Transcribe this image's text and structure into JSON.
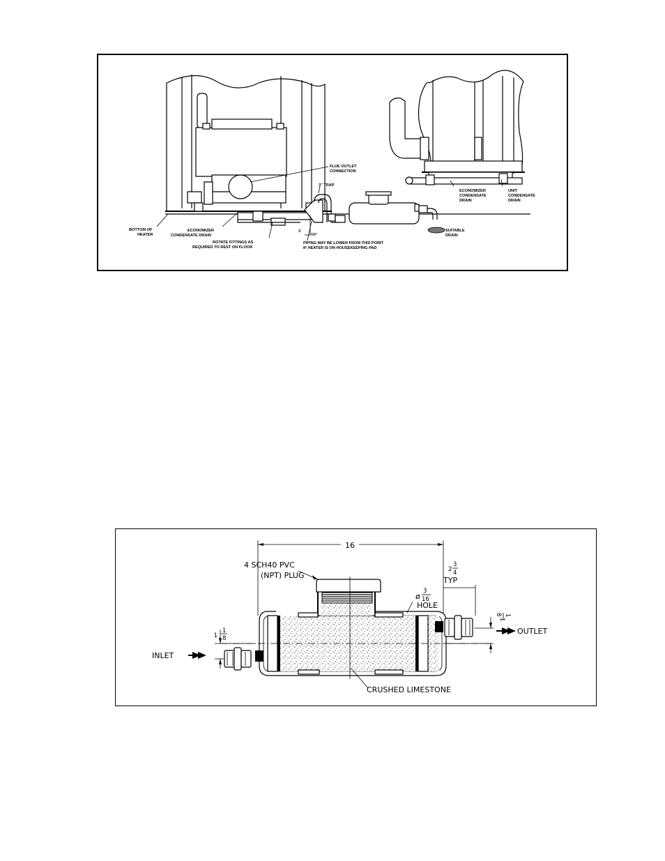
{
  "figure1": {
    "labels": {
      "flue_outlet_line1": "FLUE OUTLET",
      "flue_outlet_line2": "CONNECTION",
      "trap": "3\" TRAP",
      "bottom_of_heater_line1": "BOTTOM OF",
      "bottom_of_heater_line2": "HEATER",
      "economizer_drain_left_line1": "ECONOMIZER",
      "economizer_drain_left_line2": "CONDENSATE DRAIN",
      "rotate_fittings_line1": "ROTATE FITTINGS AS",
      "rotate_fittings_line2": "REQUIRED TO REST ON FLOOR",
      "dim_3": "3",
      "piping_lower_line1": "PIPING MAY BE LOWER FROM THIS POINT",
      "piping_lower_line2": "IF HEATER IS ON HOUSEKEEPING PAD",
      "suitable_drain_line1": "SUITABLE",
      "suitable_drain_line2": "DRAIN",
      "economizer_drain_right_line1": "ECONOMIZER",
      "economizer_drain_right_line2": "CONDENSATE",
      "economizer_drain_right_line3": "DRAIN",
      "unit_drain_line1": "UNIT",
      "unit_drain_line2": "CONDENSATE",
      "unit_drain_line3": "DRAIN"
    }
  },
  "figure2": {
    "labels": {
      "dim_16": "16",
      "plug_line1": "4 SCH40 PVC",
      "plug_line2": "(NPT) PLUG",
      "hole_dia": "ø",
      "hole_num": "3",
      "hole_den": "16",
      "hole_word": "HOLE",
      "typ_whole": "2",
      "typ_num": "3",
      "typ_den": "4",
      "typ_word": "TYP",
      "inlet_dim_whole": "1",
      "inlet_dim_num": "1",
      "inlet_dim_den": "8",
      "outlet_dim_whole": "1",
      "outlet_dim_num": "1",
      "outlet_dim_den": "8",
      "inlet": "INLET",
      "outlet": "OUTLET",
      "crushed_limestone": "CRUSHED LIMESTONE"
    }
  }
}
